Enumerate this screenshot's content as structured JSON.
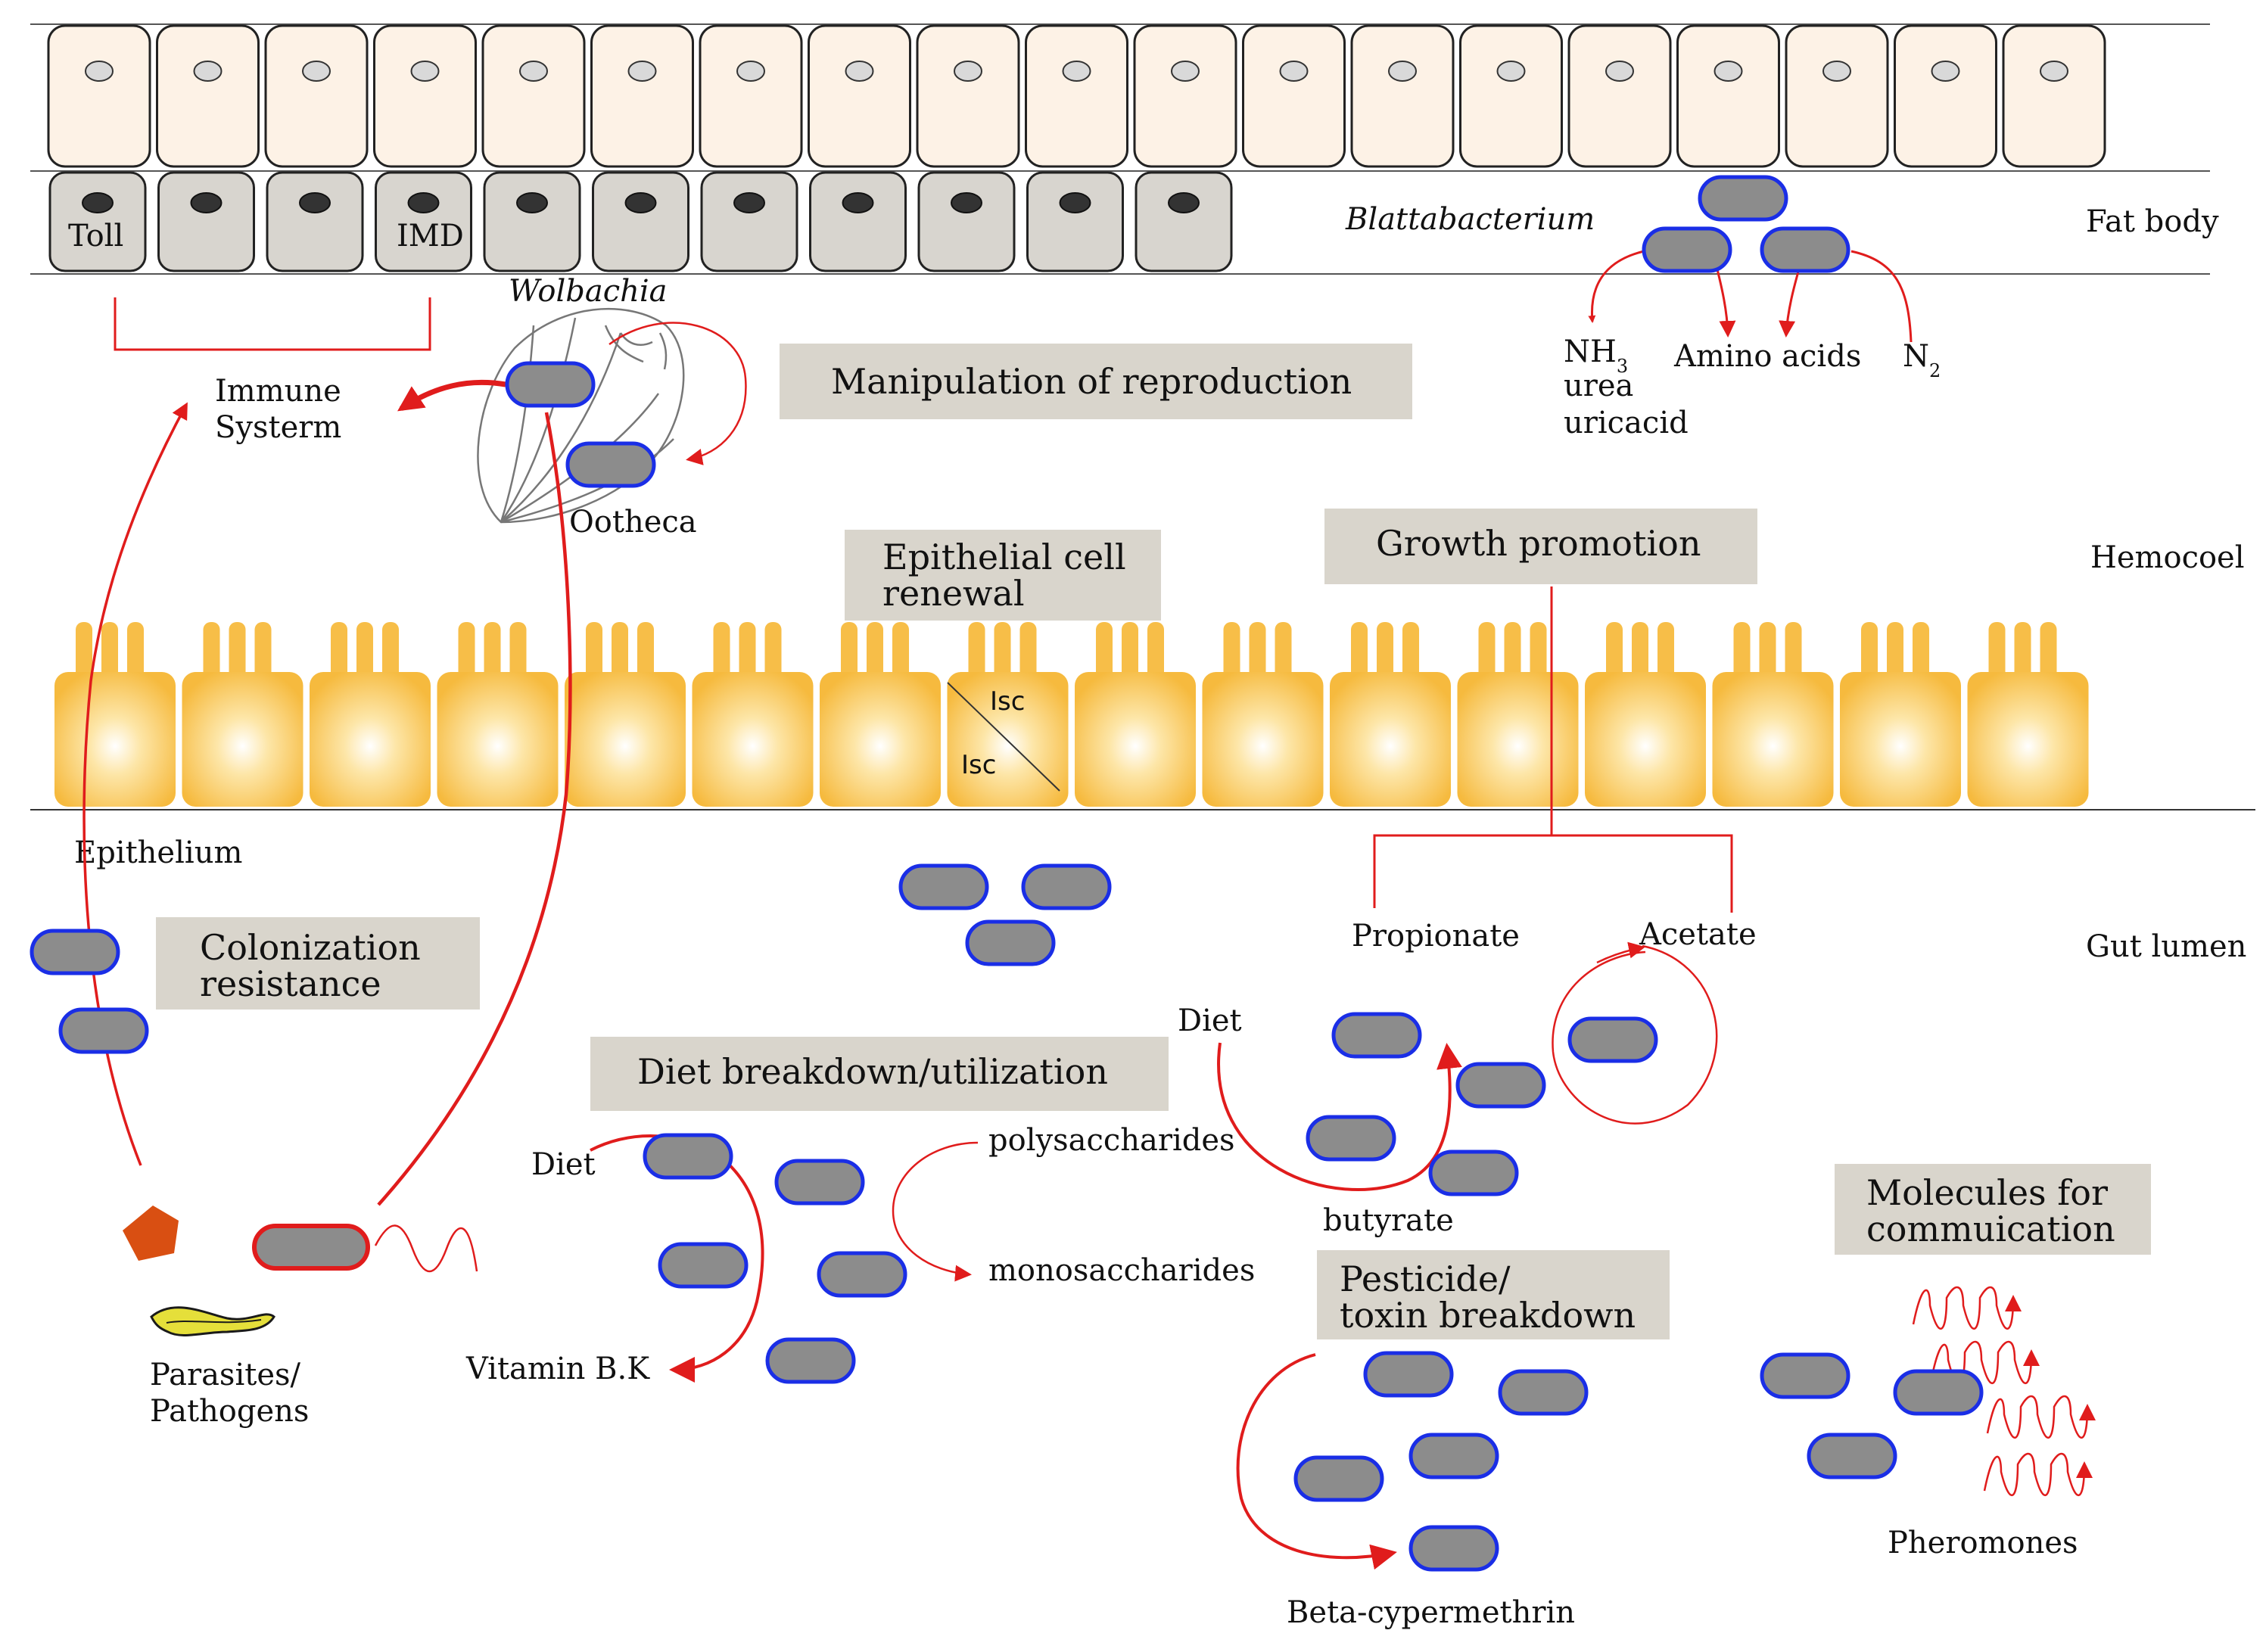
{
  "layers": {
    "fat_body": "Fat body",
    "hemocoel": "Hemocoel",
    "gut_lumen": "Gut lumen",
    "epithelium": "Epithelium"
  },
  "fat_body": {
    "toll": "Toll",
    "imd": "IMD",
    "blattabacterium": "Blattabacterium",
    "nh3_main": "NH",
    "nh3_sub": "3",
    "urea": "urea",
    "uricacid": "uricacid",
    "amino_acids": "Amino acids",
    "n2_main": "N",
    "n2_sub": "2"
  },
  "reproduction": {
    "wolbachia": "Wolbachia",
    "ootheca": "Ootheca",
    "immune_line1": "Immune",
    "immune_line2": "Systerm",
    "box": "Manipulation of reproduction"
  },
  "epithelium": {
    "renewal_line1": "Epithelial cell",
    "renewal_line2": "renewal",
    "isc_top": "Isc",
    "isc_bottom": "Isc"
  },
  "growth": {
    "box": "Growth promotion",
    "propionate": "Propionate",
    "acetate": "Acetate",
    "diet": "Diet",
    "butyrate": "butyrate"
  },
  "colonization": {
    "line1": "Colonization",
    "line2": "resistance",
    "parasites_line1": "Parasites/",
    "parasites_line2": "Pathogens"
  },
  "diet_breakdown": {
    "box": "Diet breakdown/utilization",
    "diet": "Diet",
    "vitamin": "Vitamin B.K",
    "polysaccharides": "polysaccharides",
    "monosaccharides": "monosaccharides"
  },
  "pesticide": {
    "line1": "Pesticide/",
    "line2": "toxin breakdown",
    "beta": "Beta-cypermethrin"
  },
  "communication": {
    "line1": "Molecules for",
    "line2": "commuication",
    "pheromones": "Pheromones"
  },
  "colors": {
    "bacterium_fill": "#8c8c8c",
    "bacterium_stroke": "#1a2ee6",
    "pathogen_stroke": "#e01c1c",
    "arrow": "#e01c1c",
    "box_fill": "#d9d5cc",
    "fat_cell_fill": "#fdf2e6",
    "fat_cell_lower_fill": "#d8d5cf",
    "epithelium_fill": "#f8c24d",
    "pentagon": "#d94f12"
  }
}
